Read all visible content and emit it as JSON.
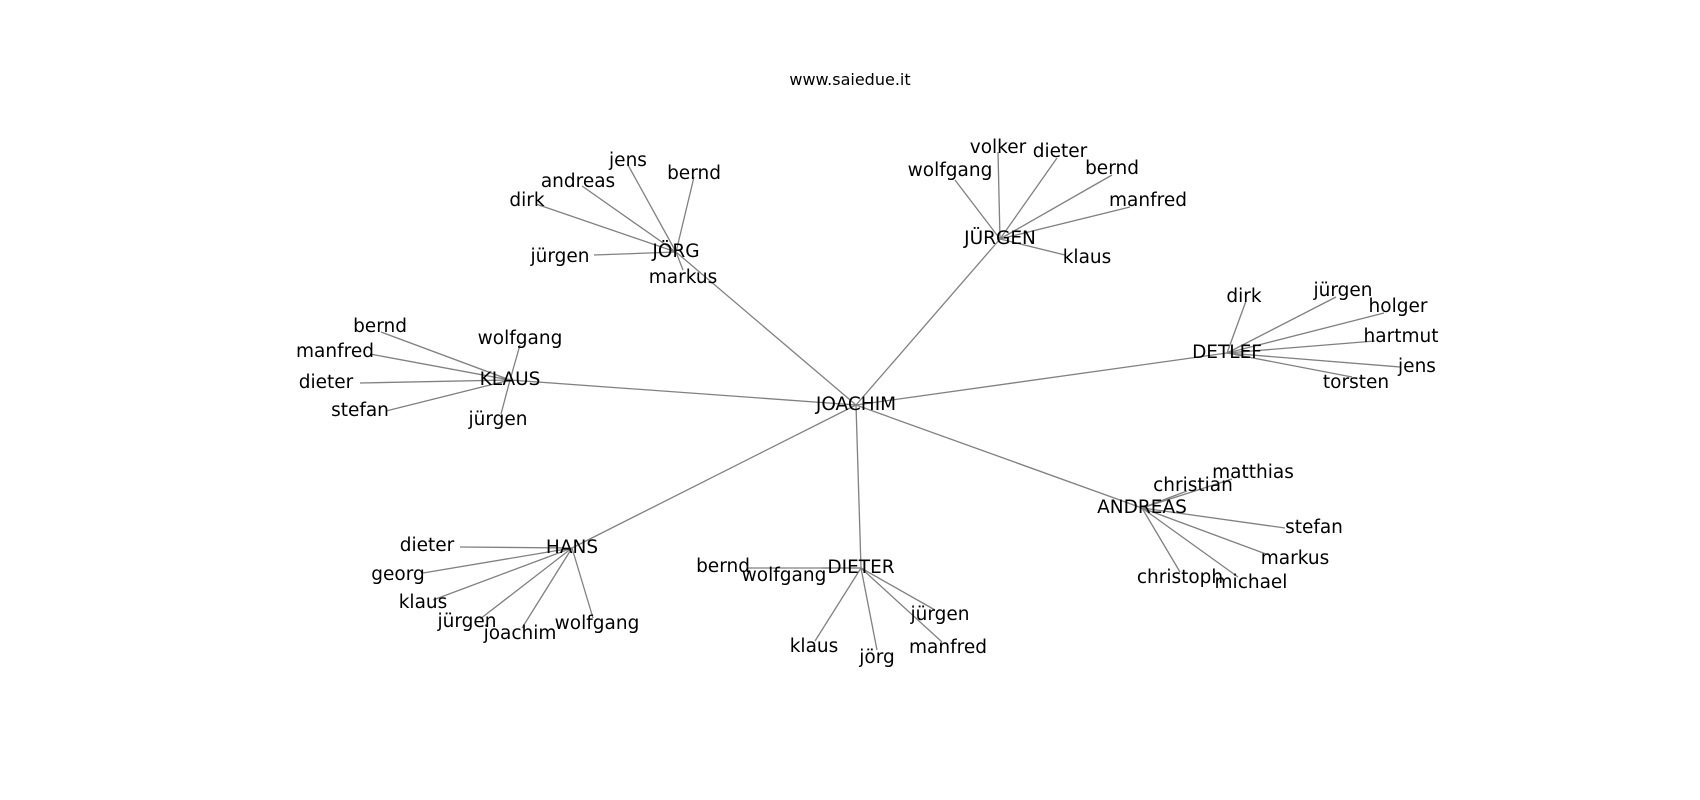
{
  "header": {
    "title": "www.saiedue.it"
  },
  "graph": {
    "center": "JOACHIM",
    "hubs": [
      {
        "id": "jorg",
        "label": "JÖRG",
        "leaves": [
          "jens",
          "bernd",
          "andreas",
          "dirk",
          "jürgen",
          "markus"
        ]
      },
      {
        "id": "jurgen",
        "label": "JÜRGEN",
        "leaves": [
          "volker",
          "dieter",
          "wolfgang",
          "bernd",
          "manfred",
          "klaus"
        ]
      },
      {
        "id": "klaus",
        "label": "KLAUS",
        "leaves": [
          "bernd",
          "wolfgang",
          "manfred",
          "dieter",
          "stefan",
          "jürgen"
        ]
      },
      {
        "id": "detlef",
        "label": "DETLEF",
        "leaves": [
          "dirk",
          "jürgen",
          "holger",
          "hartmut",
          "jens",
          "torsten"
        ]
      },
      {
        "id": "andreas",
        "label": "ANDREAS",
        "leaves": [
          "matthias",
          "christian",
          "stefan",
          "markus",
          "christoph",
          "michael"
        ]
      },
      {
        "id": "hans",
        "label": "HANS",
        "leaves": [
          "dieter",
          "georg",
          "klaus",
          "jürgen",
          "joachim",
          "wolfgang"
        ]
      },
      {
        "id": "dieter",
        "label": "DIETER",
        "leaves": [
          "bernd",
          "wolfgang",
          "jürgen",
          "klaus",
          "jörg",
          "manfred"
        ]
      }
    ]
  }
}
